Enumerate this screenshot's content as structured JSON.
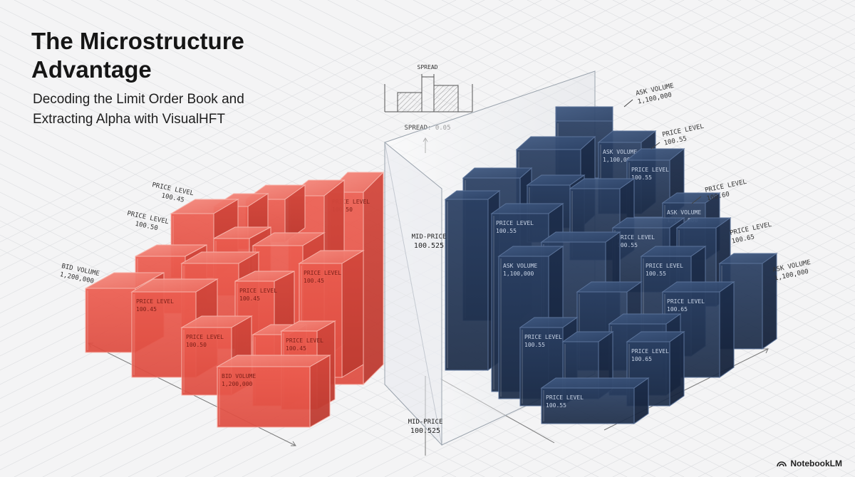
{
  "header": {
    "title_line1": "The Microstructure",
    "title_line2": "Advantage",
    "subtitle_line1": "Decoding the Limit Order Book and",
    "subtitle_line2": "Extracting Alpha with VisualHFT"
  },
  "spread_inset": {
    "label": "SPREAD",
    "value_label": "SPREAD: 0.05"
  },
  "mid_price": {
    "label": "MID-PRICE",
    "value": "100.525"
  },
  "bid_labels": {
    "l1_a": "PRICE LEVEL",
    "l1_b": "100.45",
    "l2_a": "PRICE LEVEL",
    "l2_b": "100.50",
    "l3_a": "BID VOLUME",
    "l3_b": "1,200,000"
  },
  "ask_labels": {
    "a1_a": "ASK VOLUME",
    "a1_b": "1,100,000",
    "a2_a": "PRICE LEVEL",
    "a2_b": "100.55",
    "a3_a": "PRICE LEVEL",
    "a3_b": "100.60",
    "a4_a": "PRICE LEVEL",
    "a4_b": "100.65",
    "a5_a": "ASK VOLUME",
    "a5_b": "1,100,000"
  },
  "bid_box_texts": [
    [
      "PRICE LEVEL",
      "100.50"
    ],
    [
      "PRICE LEVEL",
      "100.45"
    ],
    [
      "PRICE LEVEL",
      "100.45"
    ],
    [
      "PRICE LEVEL",
      "100.50"
    ],
    [
      "PRICE LEVEL",
      "100.45"
    ],
    [
      "PRICE LEVEL",
      "100.45"
    ],
    [
      "BID VOLUME",
      "1,200,000"
    ]
  ],
  "ask_box_texts": [
    [
      "ASK VOLUME",
      "1,100,000"
    ],
    [
      "PRICE LEVEL",
      "100.55"
    ],
    [
      "ASK VOLUME",
      "1,100,000"
    ],
    [
      "PRICE LEVEL",
      "100.55"
    ],
    [
      "ASK VOLUME",
      "1,100,000"
    ],
    [
      "PRICE LEVEL",
      "100.55"
    ],
    [
      "PRICE LEVEL",
      "100.55"
    ],
    [
      "PRICE LEVEL",
      "100.55"
    ],
    [
      "PRICE LEVEL",
      "100.65"
    ],
    [
      "PRICE LEVEL",
      "100.55"
    ],
    [
      "PRICE LEVEL",
      "100.65"
    ]
  ],
  "brand": {
    "name": "NotebookLM"
  },
  "colors": {
    "bid": "#e8564a",
    "ask": "#253a5c",
    "background": "#f4f4f5",
    "grid": "#dcdde0"
  }
}
